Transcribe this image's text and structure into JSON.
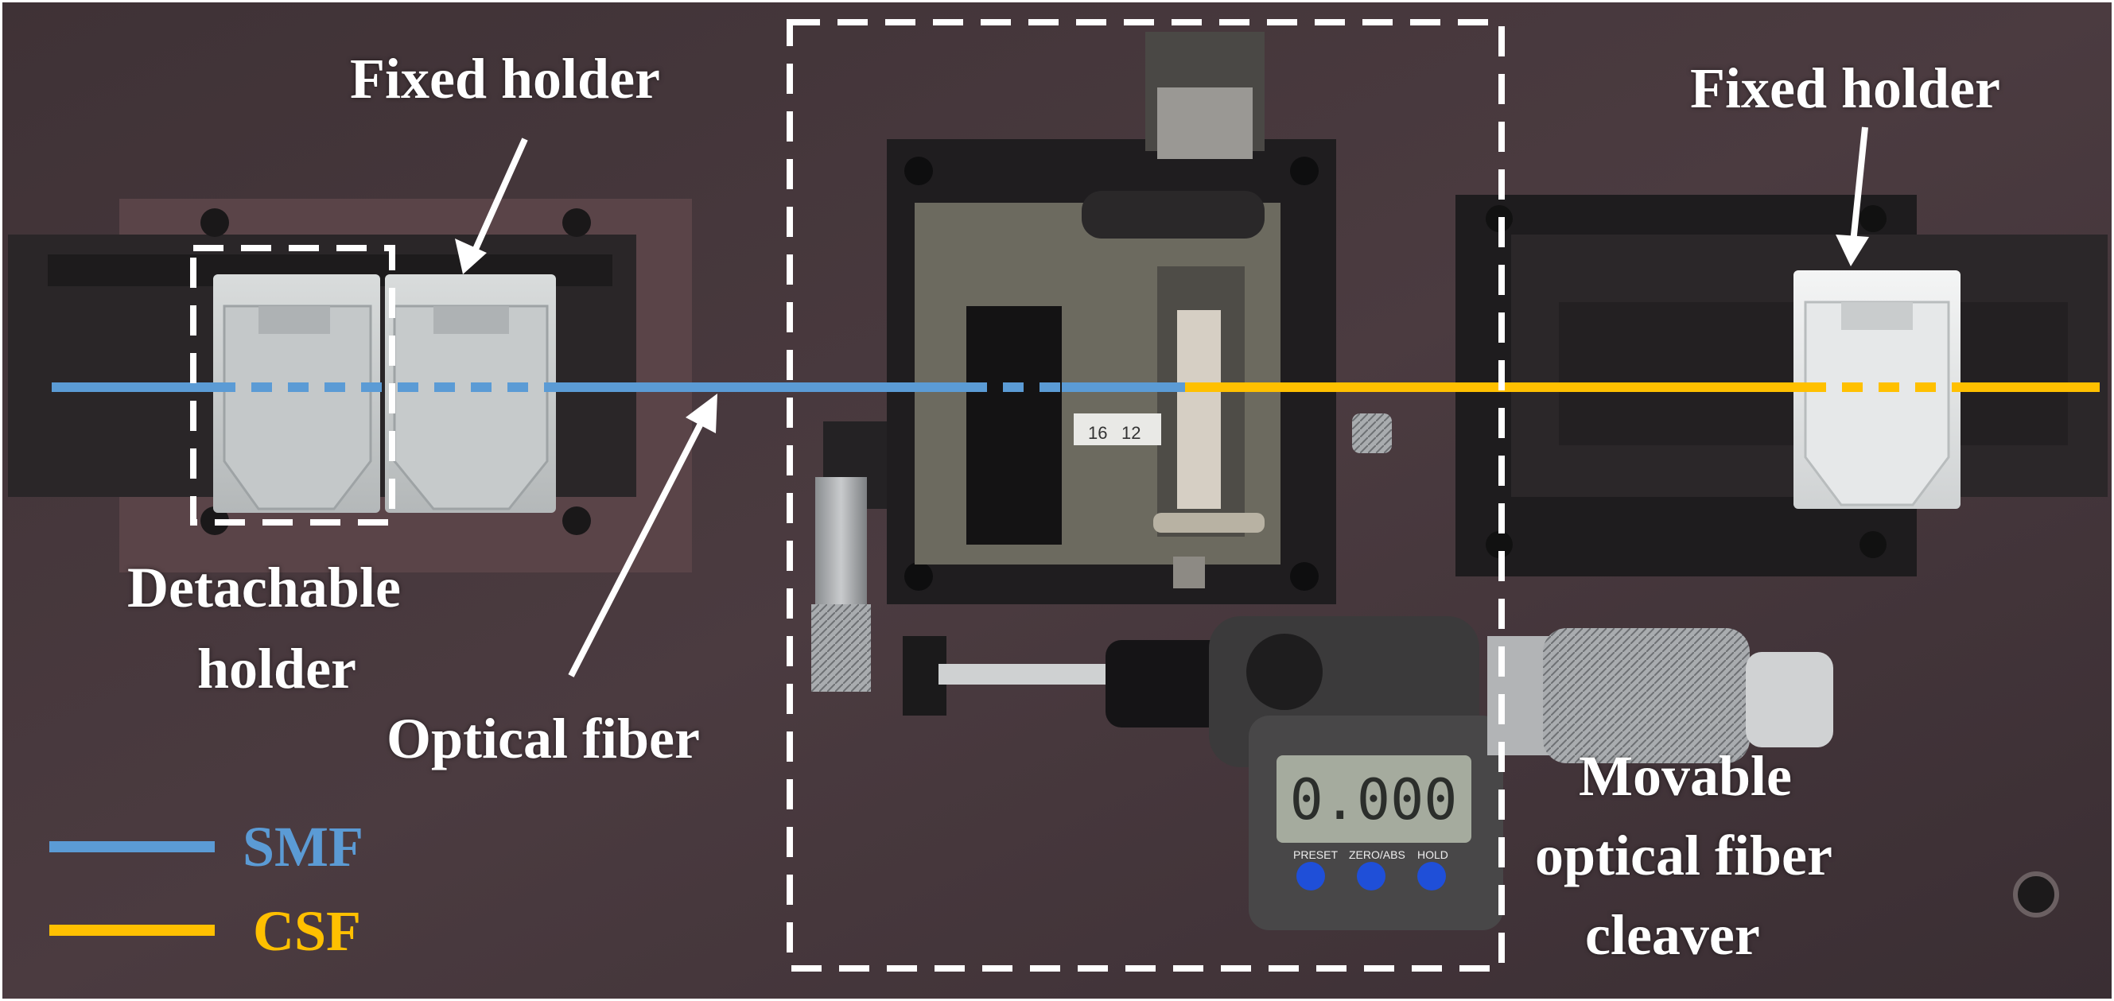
{
  "labels": {
    "fixed_holder_left": "Fixed holder",
    "fixed_holder_right": "Fixed holder",
    "detachable_holder_line1": "Detachable",
    "detachable_holder_line2": "holder",
    "optical_fiber": "Optical fiber",
    "cleaver_line1": "Movable",
    "cleaver_line2": "optical fiber",
    "cleaver_line3": "cleaver"
  },
  "legend": [
    {
      "name": "SMF",
      "color": "#5b9bd5"
    },
    {
      "name": "CSF",
      "color": "#ffc000"
    }
  ],
  "micrometer_display": "0.000",
  "micrometer_buttons": [
    "PRESET",
    "ZERO/ABS",
    "HOLD"
  ],
  "scale_ticks": [
    "16",
    "12"
  ],
  "colors": {
    "background": "#4a3a3e",
    "annotation": "#ffffff",
    "smf": "#5b9bd5",
    "csf": "#ffc000"
  }
}
